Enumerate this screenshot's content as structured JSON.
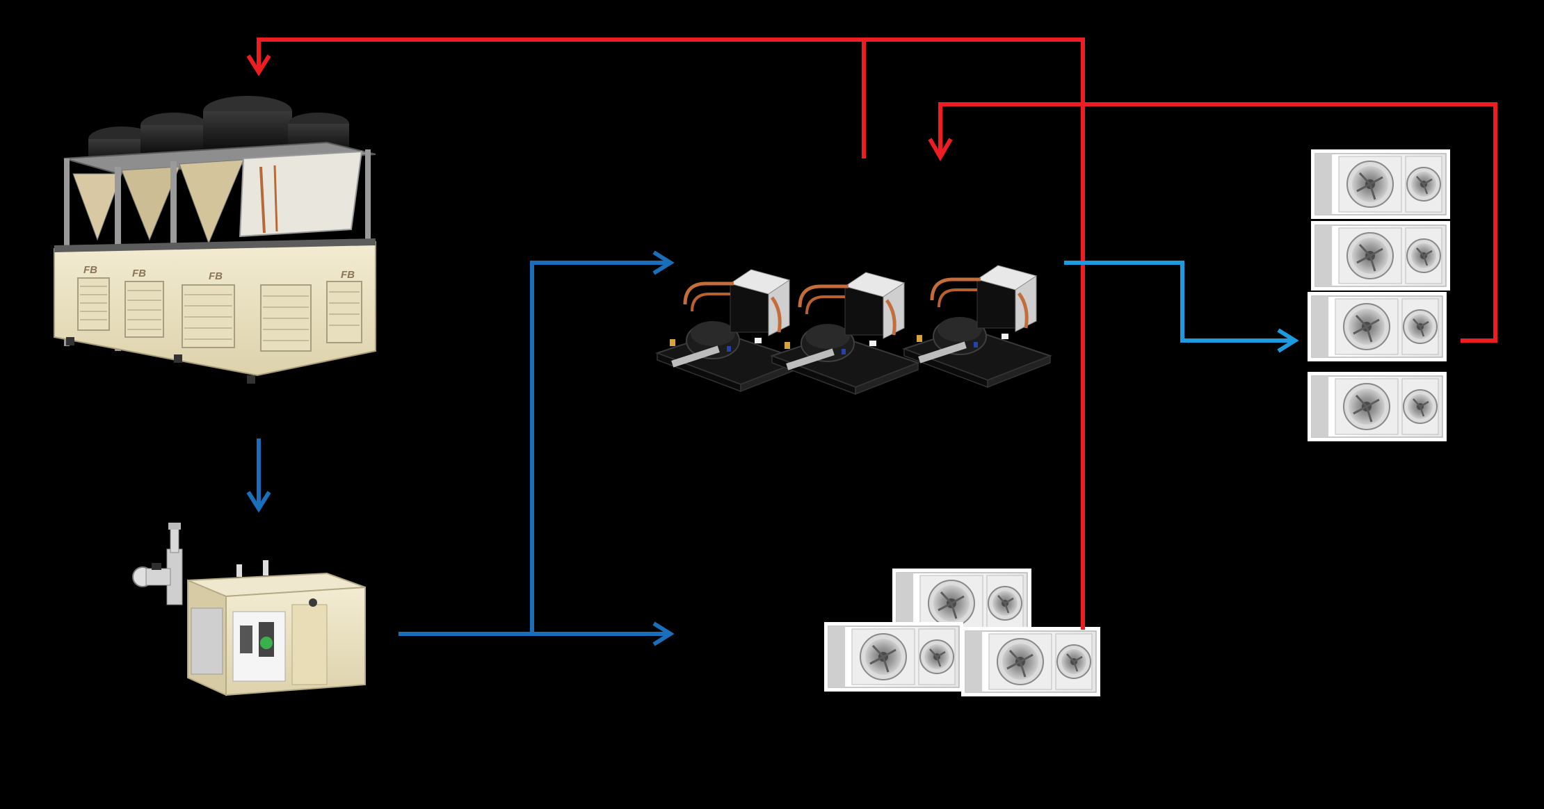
{
  "colors": {
    "background": "#000000",
    "return_line": "#ee1c23",
    "supply_line": "#1a6fba",
    "supply_line_light": "#1e9be0",
    "unit_cream": "#ece4c6",
    "unit_panel": "#d9cfa8",
    "unit_frame": "#9a9a9a",
    "fan_dark": "#1e1e1e",
    "cooler_white": "#f2f2f2"
  },
  "components": {
    "chiller": {
      "icon": "chiller-icon",
      "brand_labels": [
        "FB",
        "FB",
        "FB",
        "FB"
      ]
    },
    "pump_module": {
      "icon": "pump-module-icon"
    },
    "condensing_units": {
      "icon": "condensing-unit-icon",
      "count": 3
    },
    "evaporator_stack": {
      "icon": "unit-cooler-icon",
      "count": 4
    },
    "evaporator_cluster": {
      "icon": "unit-cooler-icon",
      "count": 3
    }
  },
  "connections": [
    {
      "id": "return-to-chiller",
      "color": "return_line",
      "type": "return"
    },
    {
      "id": "return-from-stack",
      "color": "return_line",
      "type": "return"
    },
    {
      "id": "chiller-to-pump",
      "color": "supply_line",
      "type": "supply"
    },
    {
      "id": "pump-supply",
      "color": "supply_line",
      "type": "supply"
    },
    {
      "id": "condensing-to-stack",
      "color": "supply_line_light",
      "type": "supply"
    }
  ]
}
